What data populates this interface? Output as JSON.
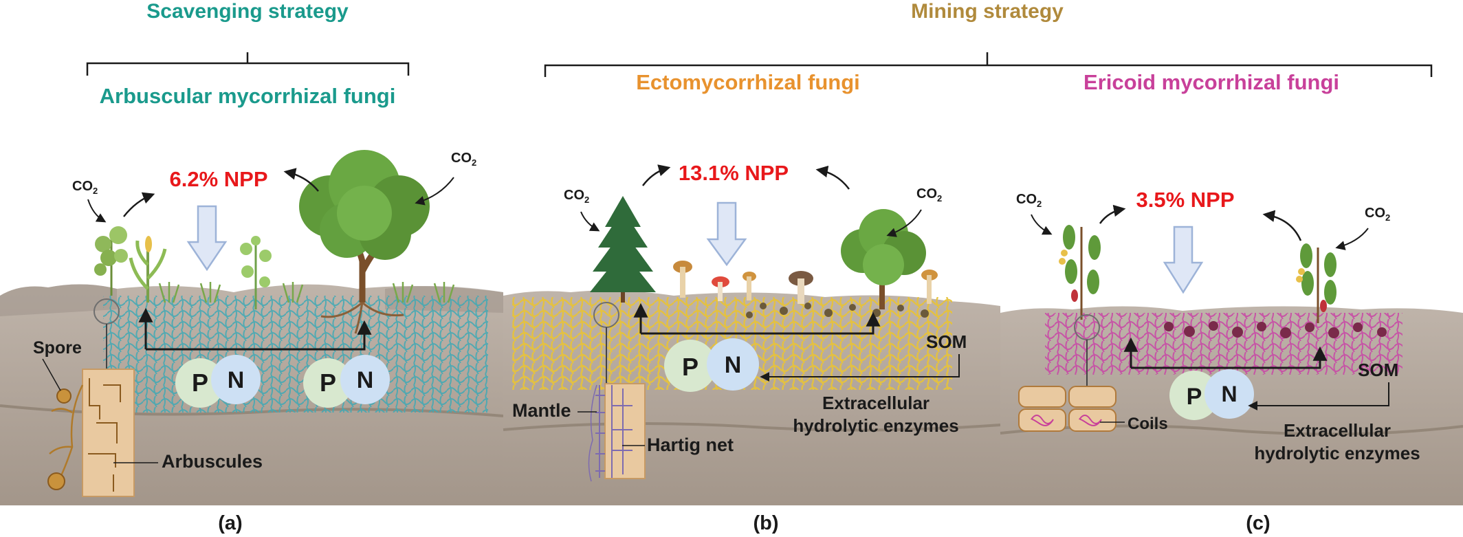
{
  "headers": {
    "scavenging": "Scavenging strategy",
    "mining": "Mining strategy"
  },
  "panels": {
    "a": {
      "fungus": "Arbuscular mycorrhizal fungi",
      "npp": "6.2% NPP",
      "nutrients": [
        "P",
        "N",
        "P",
        "N"
      ],
      "labels": {
        "spore": "Spore",
        "arbuscules": "Arbuscules"
      },
      "letter": "(a)"
    },
    "b": {
      "fungus": "Ectomycorrhizal fungi",
      "npp": "13.1% NPP",
      "nutrients": [
        "P",
        "N"
      ],
      "labels": {
        "som": "SOM",
        "enzymes_line1": "Extracellular",
        "enzymes_line2": "hydrolytic enzymes",
        "mantle": "Mantle",
        "hartig": "Hartig net"
      },
      "letter": "(b)"
    },
    "c": {
      "fungus": "Ericoid mycorrhizal fungi",
      "npp": "3.5% NPP",
      "nutrients": [
        "P",
        "N"
      ],
      "labels": {
        "som": "SOM",
        "enzymes_line1": "Extracellular",
        "enzymes_line2": "hydrolytic enzymes",
        "coils": "Coils"
      },
      "letter": "(c)"
    }
  },
  "co2": {
    "base": "CO",
    "sub": "2"
  },
  "colors": {
    "scavenging": "#1a9a8c",
    "mining": "#b08a3c",
    "ecto": "#e8922e",
    "ericoid": "#c8409a",
    "npp": "#e8181b",
    "soil_top": "#b9aea3",
    "soil_bottom": "#a89b8f",
    "am_hyphae": "#3fa9b5",
    "ecto_hyphae": "#e6c23c",
    "ericoid_hyphae": "#c84aa6",
    "p_circle": "#d8e8cf",
    "n_circle": "#cde0f4"
  }
}
